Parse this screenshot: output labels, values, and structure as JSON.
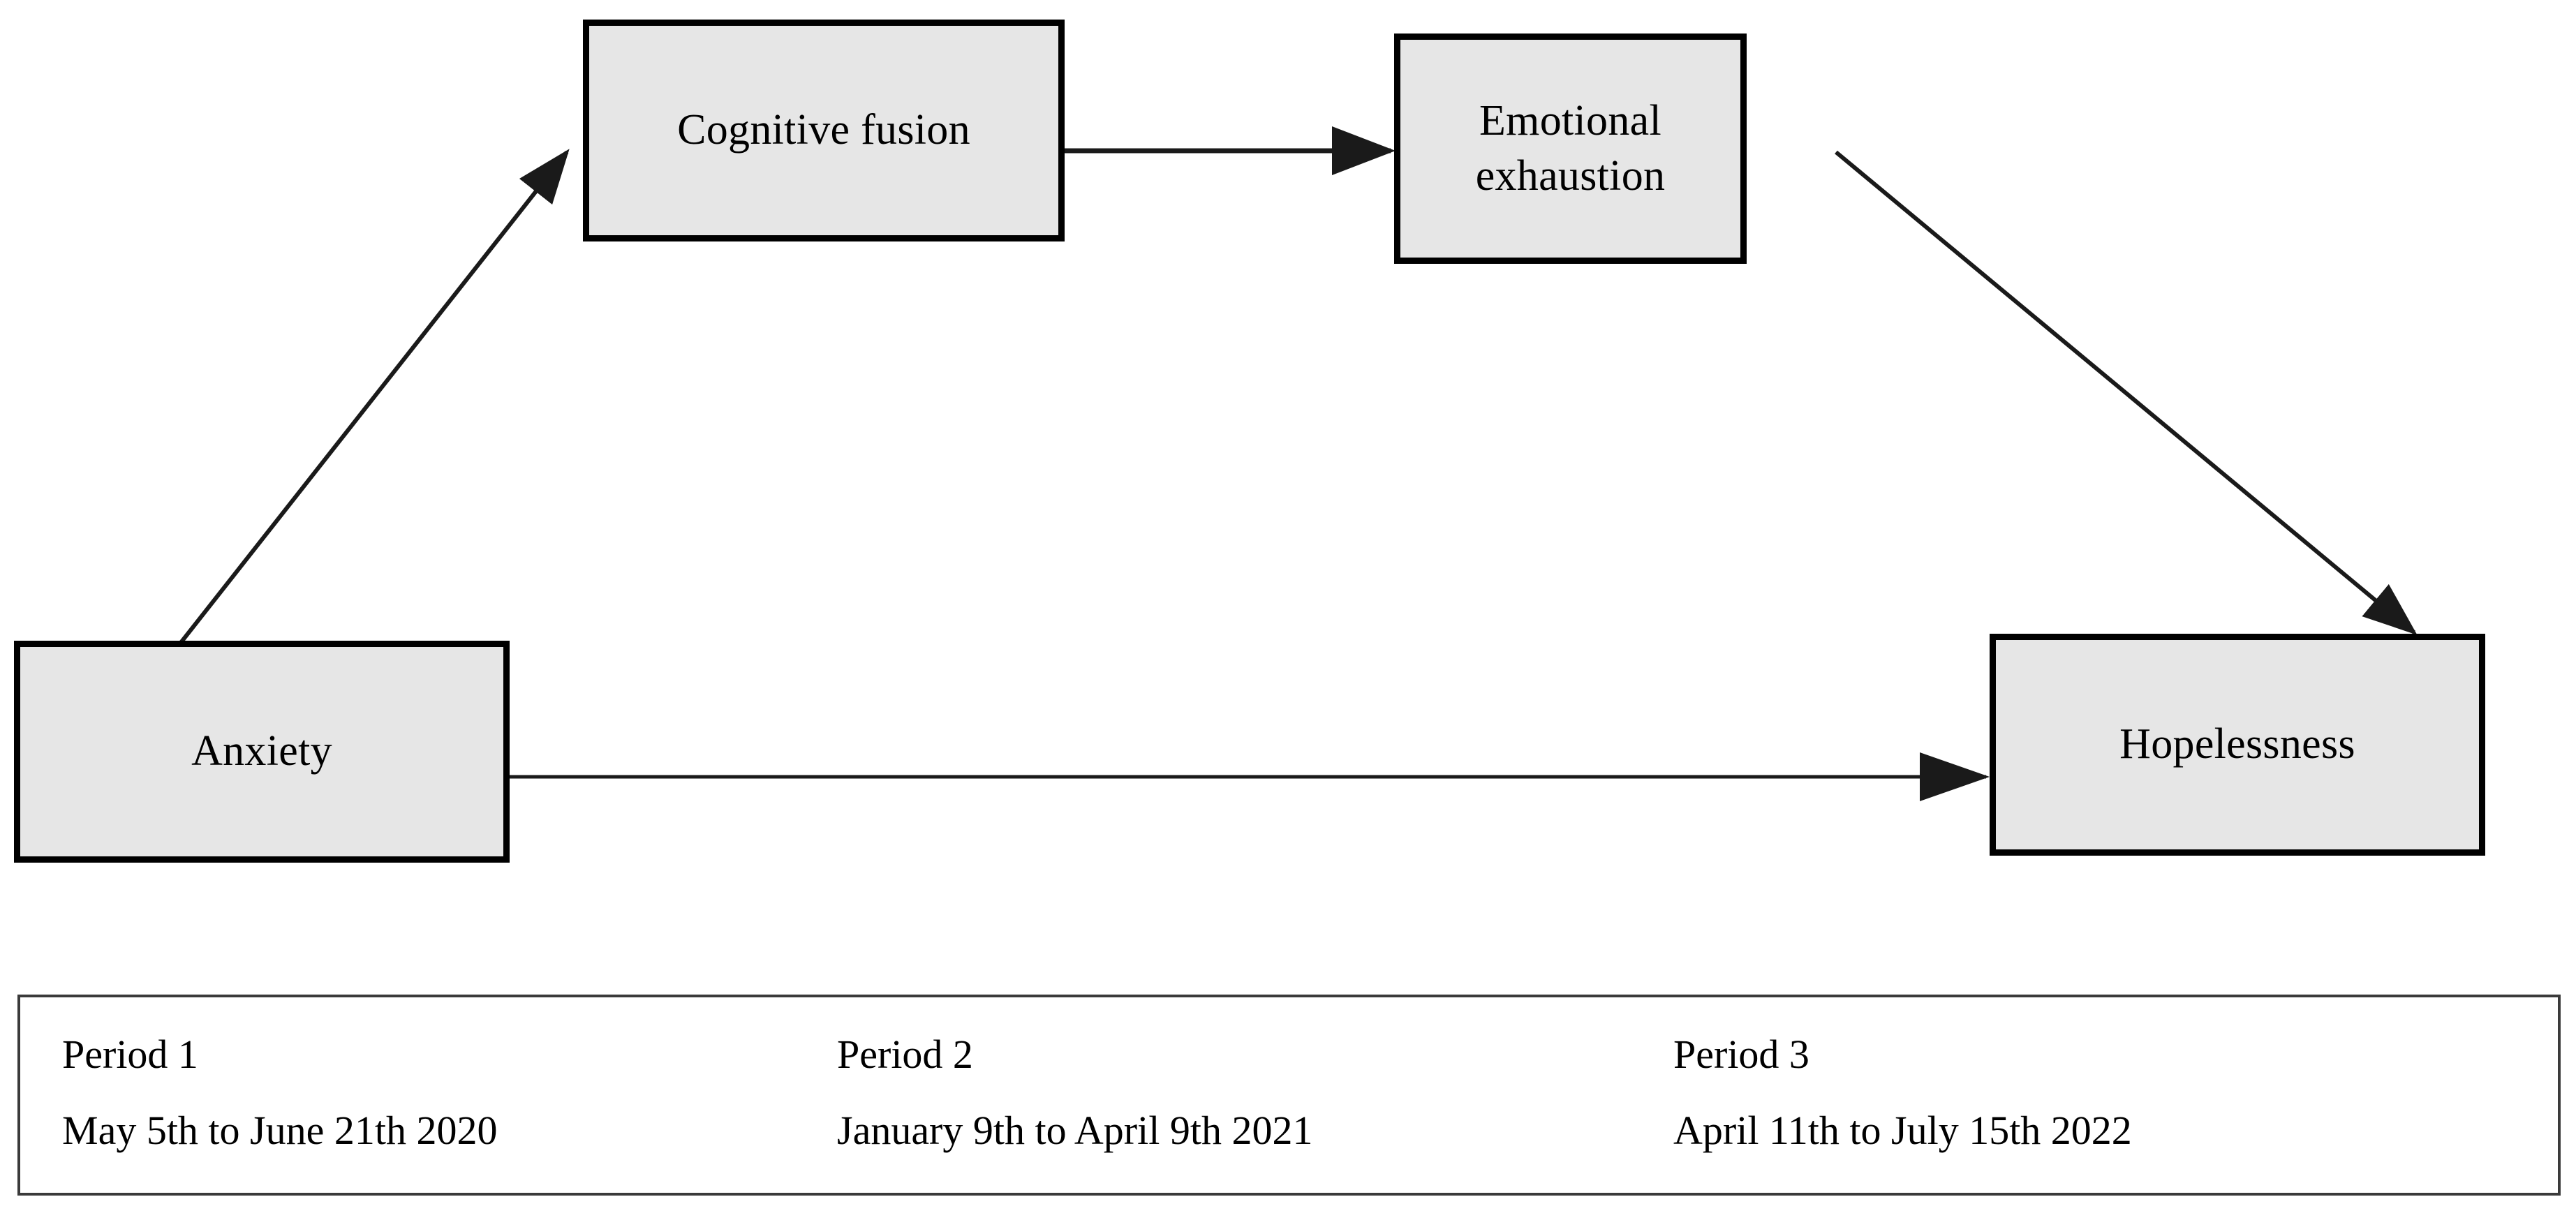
{
  "figure": {
    "type": "path-model-diagram",
    "background_color": "#ffffff",
    "node_fill_color": "#e6e6e6",
    "node_border_color": "#000000",
    "connector_color": "#1a1a1a"
  },
  "nodes": [
    {
      "id": "cognitive-fusion",
      "label": "Cognitive fusion"
    },
    {
      "id": "emotional-exhaustion",
      "label": "Emotional\nexhaustion"
    },
    {
      "id": "anxiety",
      "label": "Anxiety"
    },
    {
      "id": "hopelessness",
      "label": "Hopelessness"
    }
  ],
  "edges": [
    {
      "id": "anxiety-to-cognitive-fusion",
      "from": "anxiety",
      "to": "cognitive-fusion",
      "style": "solid-arrow"
    },
    {
      "id": "cognitive-fusion-to-emotional-exhaustion",
      "from": "cognitive-fusion",
      "to": "emotional-exhaustion",
      "style": "solid-arrow"
    },
    {
      "id": "emotional-exhaustion-to-hopelessness",
      "from": "emotional-exhaustion",
      "to": "hopelessness",
      "style": "solid-arrow"
    },
    {
      "id": "anxiety-to-hopelessness",
      "from": "anxiety",
      "to": "hopelessness",
      "style": "solid-arrow"
    }
  ],
  "legend": {
    "columns": [
      {
        "title": "Period 1",
        "range": "May 5th to June 21th 2020"
      },
      {
        "title": "Period 2",
        "range": "January 9th to April 9th 2021"
      },
      {
        "title": "Period 3",
        "range": "April 11th to July 15th 2022"
      }
    ]
  }
}
